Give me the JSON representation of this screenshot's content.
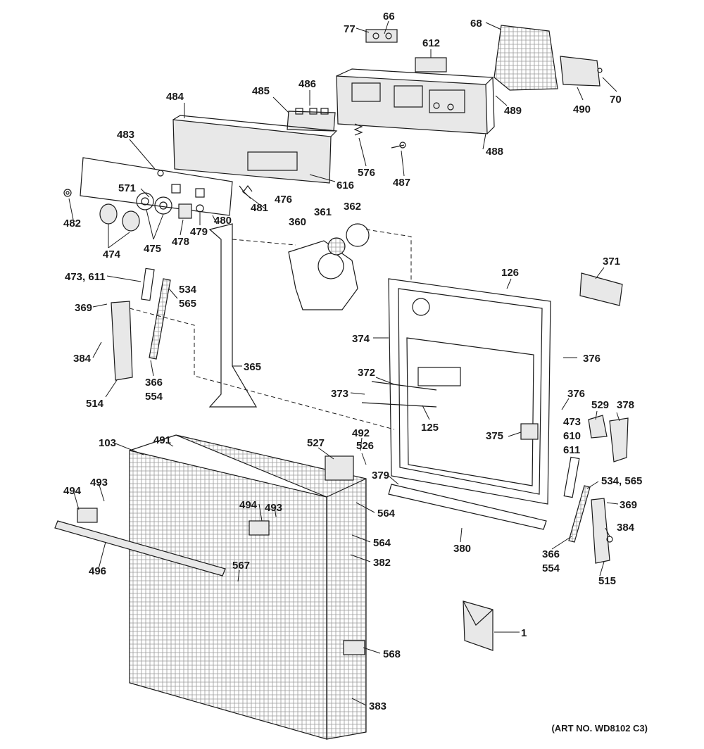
{
  "art_number": "(ART NO. WD8102 C3)",
  "callouts": [
    {
      "id": "c77",
      "text": "77"
    },
    {
      "id": "c66",
      "text": "66"
    },
    {
      "id": "c68",
      "text": "68"
    },
    {
      "id": "c612",
      "text": "612"
    },
    {
      "id": "c486",
      "text": "486"
    },
    {
      "id": "c485",
      "text": "485"
    },
    {
      "id": "c484",
      "text": "484"
    },
    {
      "id": "c489",
      "text": "489"
    },
    {
      "id": "c490",
      "text": "490"
    },
    {
      "id": "c70",
      "text": "70"
    },
    {
      "id": "c483",
      "text": "483"
    },
    {
      "id": "c488",
      "text": "488"
    },
    {
      "id": "c576",
      "text": "576"
    },
    {
      "id": "c487",
      "text": "487"
    },
    {
      "id": "c616",
      "text": "616"
    },
    {
      "id": "c476",
      "text": "476"
    },
    {
      "id": "c571",
      "text": "571"
    },
    {
      "id": "c481",
      "text": "481"
    },
    {
      "id": "c482",
      "text": "482"
    },
    {
      "id": "c480",
      "text": "480"
    },
    {
      "id": "c474",
      "text": "474"
    },
    {
      "id": "c475",
      "text": "475"
    },
    {
      "id": "c478",
      "text": "478"
    },
    {
      "id": "c479",
      "text": "479"
    },
    {
      "id": "c360",
      "text": "360"
    },
    {
      "id": "c361",
      "text": "361"
    },
    {
      "id": "c362",
      "text": "362"
    },
    {
      "id": "c473-611",
      "text": "473, 611"
    },
    {
      "id": "c534-565a",
      "text": "534"
    },
    {
      "id": "c565a",
      "text": "565"
    },
    {
      "id": "c369a",
      "text": "369"
    },
    {
      "id": "c384a",
      "text": "384"
    },
    {
      "id": "c514",
      "text": "514"
    },
    {
      "id": "c366a",
      "text": "366"
    },
    {
      "id": "c554a",
      "text": "554"
    },
    {
      "id": "c365",
      "text": "365"
    },
    {
      "id": "c126",
      "text": "126"
    },
    {
      "id": "c371",
      "text": "371"
    },
    {
      "id": "c374",
      "text": "374"
    },
    {
      "id": "c376a",
      "text": "376"
    },
    {
      "id": "c372",
      "text": "372"
    },
    {
      "id": "c373",
      "text": "373"
    },
    {
      "id": "c125",
      "text": "125"
    },
    {
      "id": "c376b",
      "text": "376"
    },
    {
      "id": "c473b",
      "text": "473"
    },
    {
      "id": "c610",
      "text": "610"
    },
    {
      "id": "c611b",
      "text": "611"
    },
    {
      "id": "c529",
      "text": "529"
    },
    {
      "id": "c378",
      "text": "378"
    },
    {
      "id": "c375",
      "text": "375"
    },
    {
      "id": "c103",
      "text": "103"
    },
    {
      "id": "c491",
      "text": "491"
    },
    {
      "id": "c527",
      "text": "527"
    },
    {
      "id": "c526",
      "text": "526"
    },
    {
      "id": "c492",
      "text": "492"
    },
    {
      "id": "c379",
      "text": "379"
    },
    {
      "id": "c534-565b",
      "text": "534, 565"
    },
    {
      "id": "c494a",
      "text": "494"
    },
    {
      "id": "c493a",
      "text": "493"
    },
    {
      "id": "c494b",
      "text": "494"
    },
    {
      "id": "c493b",
      "text": "493"
    },
    {
      "id": "c564a",
      "text": "564"
    },
    {
      "id": "c369b",
      "text": "369"
    },
    {
      "id": "c564b",
      "text": "564"
    },
    {
      "id": "c384b",
      "text": "384"
    },
    {
      "id": "c380",
      "text": "380"
    },
    {
      "id": "c382",
      "text": "382"
    },
    {
      "id": "c366b",
      "text": "366"
    },
    {
      "id": "c554b",
      "text": "554"
    },
    {
      "id": "c496",
      "text": "496"
    },
    {
      "id": "c567",
      "text": "567"
    },
    {
      "id": "c515",
      "text": "515"
    },
    {
      "id": "c1",
      "text": "1"
    },
    {
      "id": "c568",
      "text": "568"
    },
    {
      "id": "c383",
      "text": "383"
    }
  ]
}
